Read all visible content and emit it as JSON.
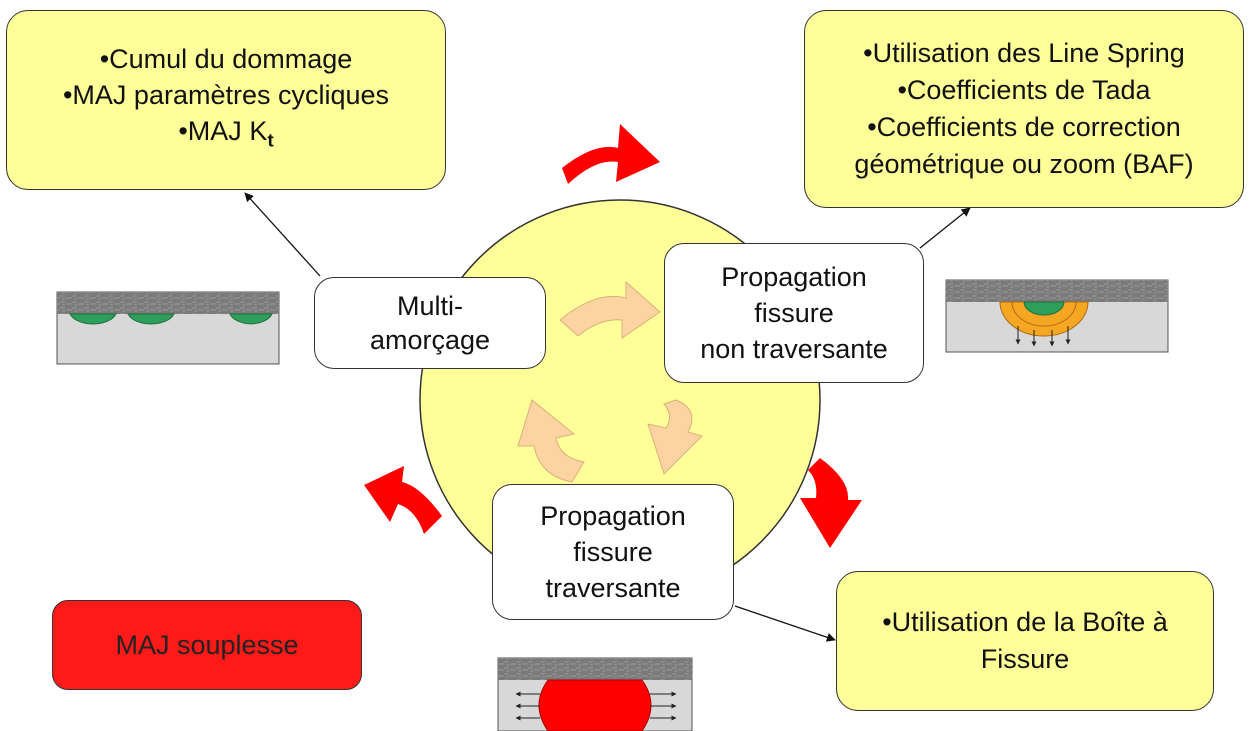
{
  "boxes": {
    "top_left": {
      "lines": [
        "•Cumul du dommage",
        "•MAJ paramètres cycliques"
      ],
      "kt_prefix": "•MAJ K",
      "kt_sub": "t"
    },
    "top_right": {
      "lines": [
        "•Utilisation des Line Spring",
        "•Coefficients de Tada",
        "•Coefficients de correction",
        "géométrique ou zoom (BAF)"
      ]
    },
    "bottom_right": {
      "lines": [
        "•Utilisation de la Boîte à",
        "Fissure"
      ]
    },
    "red": {
      "label": "MAJ souplesse"
    }
  },
  "nodes": {
    "multi": {
      "lines": [
        "Multi-",
        "amorçage"
      ]
    },
    "non_traversante": {
      "lines": [
        "Propagation",
        "fissure",
        "non traversante"
      ]
    },
    "traversante": {
      "lines": [
        "Propagation",
        "fissure",
        "traversante"
      ]
    }
  },
  "colors": {
    "box_fill": "#ffff99",
    "circle_fill": "#ffff99",
    "outer_arrow": "#ff0000",
    "inner_arrow": "#fdd3a2",
    "red_box": "#ff1a1a",
    "crack_green": "#2e9e5b",
    "crack_orange": "#f5a623",
    "crack_red": "#ff0000"
  }
}
